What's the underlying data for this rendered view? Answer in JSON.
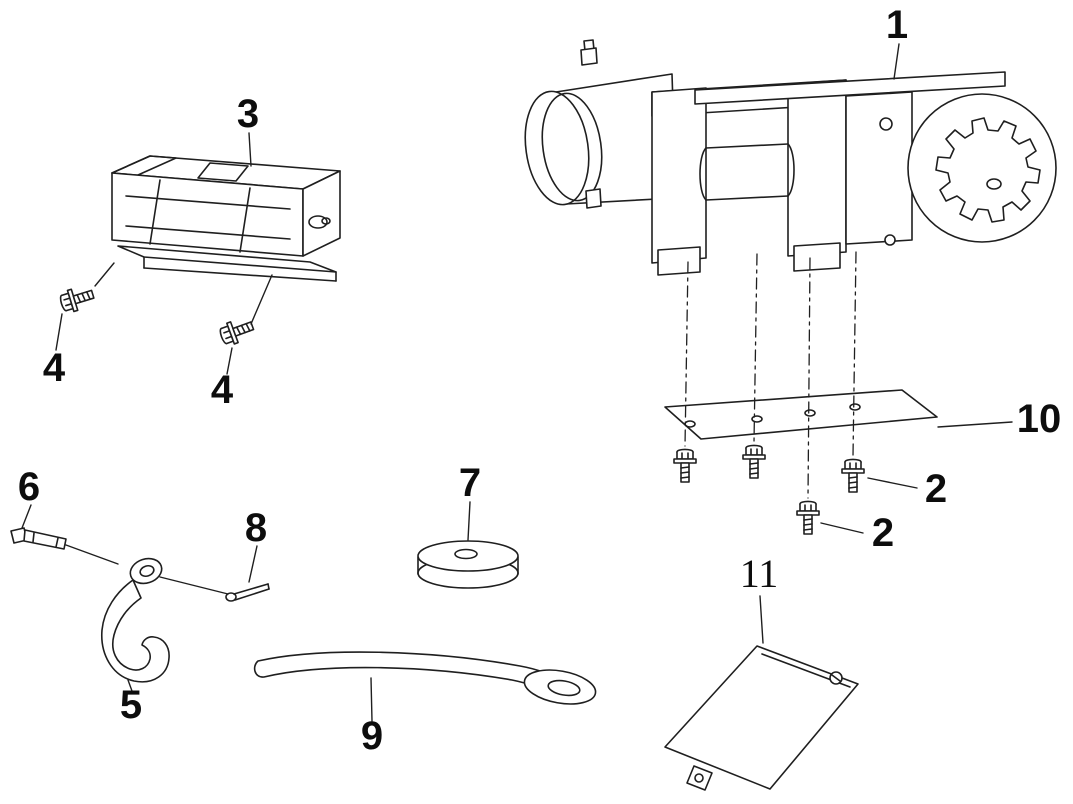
{
  "diagram": {
    "type": "exploded-parts-diagram",
    "subject": "winch assembly parts",
    "background_color": "#ffffff",
    "line_color": "#1f1f1f",
    "callouts": [
      {
        "part": "winch-motor-assembly",
        "label": "1"
      },
      {
        "part": "fairlead-roller-assembly",
        "label": "3"
      },
      {
        "part": "fairlead-bolt-left",
        "label": "4"
      },
      {
        "part": "fairlead-bolt-right",
        "label": "4"
      },
      {
        "part": "mounting-plate",
        "label": "10"
      },
      {
        "part": "plate-bolt-right",
        "label": "2"
      },
      {
        "part": "plate-bolt-center",
        "label": "2"
      },
      {
        "part": "clevis-pin",
        "label": "6"
      },
      {
        "part": "spacer-washer",
        "label": "7"
      },
      {
        "part": "cotter-pin",
        "label": "8"
      },
      {
        "part": "slip-hook",
        "label": "5"
      },
      {
        "part": "hook-strap",
        "label": "9"
      },
      {
        "part": "switch-cover-plate",
        "label": "11"
      }
    ]
  }
}
